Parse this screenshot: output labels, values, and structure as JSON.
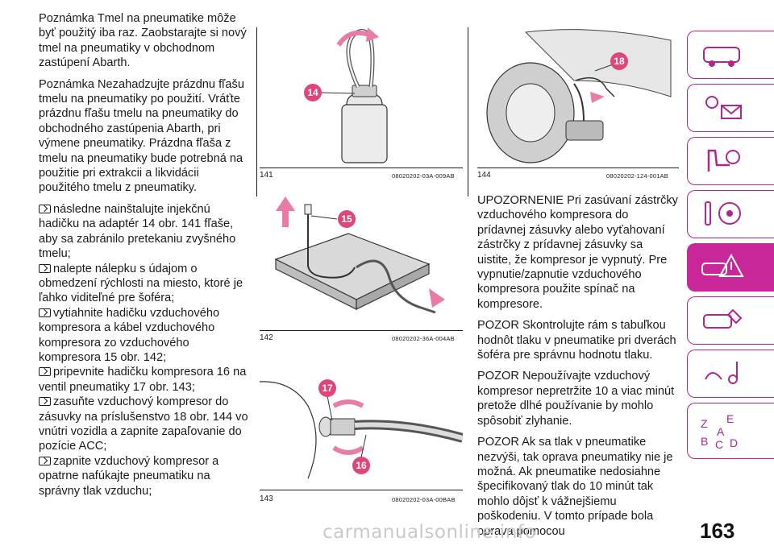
{
  "left_column": {
    "note1": "Poznámka Tmel na pneumatike môže byť použitý iba raz. Zaobstarajte si nový tmel na pneumatiky v obchodnom zastúpení Abarth.",
    "note2": "Poznámka Nezahadzujte prázdnu fľašu tmelu na pneumatiky po použití. Vráťte prázdnu fľašu tmelu na pneumatiky do obchodného zastúpenia Abarth, pri výmene pneumatiky. Prázdna fľaša z tmelu na pneumatiky bude potrebná na použitie pri extrakcii a likvidácii použitého tmelu z pneumatiky.",
    "steps": [
      "následne nainštalujte injekčnú hadičku na adaptér 14 obr. 141 fľaše, aby sa zabránilo pretekaniu zvyšného tmelu;",
      "nalepte nálepku s údajom o obmedzení rýchlosti na miesto, ktoré je ľahko viditeľné pre šoféra;",
      "vytiahnite hadičku vzduchového kompresora a kábel vzduchového kompresora zo vzduchového kompresora 15 obr. 142;",
      "pripevnite hadičku kompresora 16 na ventil pneumatiky 17 obr. 143;",
      "zasuňte vzduchový kompresor do zásuvky na príslušenstvo 18 obr. 144 vo vnútri vozidla a zapnite zapaľovanie do pozície ACC;",
      "zapnite vzduchový kompresor a opatrne nafúkajte pneumatiku na správny tlak vzduchu;"
    ]
  },
  "right_column": {
    "paragraphs": [
      "UPOZORNENIE Pri zasúvaní zástrčky vzduchového kompresora do prídavnej zásuvky alebo vyťahovaní zástrčky z prídavnej zásuvky sa uistite, že kompresor je vypnutý. Pre vypnutie/zapnutie vzduchového kompresora použite spínač na kompresore.",
      "POZOR Skontrolujte rám s tabuľkou hodnôt tlaku v pneumatike pri dverách šoféra pre správnu hodnotu tlaku.",
      "POZOR Nepoužívajte vzduchový kompresor nepretržite 10 a viac minút pretože dlhé používanie by mohlo spôsobiť zlyhanie.",
      "POZOR Ak sa tlak v pneumatike nezvýši, tak oprava pneumatiky nie je možná. Ak pneumatike nedosiahne špecifikovaný tlak do 10 minút tak mohlo dôjsť k vážnejšiemu poškodeniu. V tomto prípade bola oprava pomocou"
    ]
  },
  "figures": [
    {
      "number": "141",
      "code": "08020202-03A-009AB",
      "callout": "14"
    },
    {
      "number": "142",
      "code": "08020202-36A-004AB",
      "callout": "15"
    },
    {
      "number": "143",
      "code": "08020202-03A-00BAB",
      "callouts": [
        "17",
        "16"
      ]
    },
    {
      "number": "144",
      "code": "08020202-124-001AB",
      "callout": "18"
    }
  ],
  "sidebar_tabs": [
    {
      "icon": "car-dashboard-icon",
      "active": false
    },
    {
      "icon": "lights-warning-icon",
      "active": false
    },
    {
      "icon": "seat-safety-icon",
      "active": false
    },
    {
      "icon": "key-steering-icon",
      "active": false
    },
    {
      "icon": "car-emergency-icon",
      "active": true
    },
    {
      "icon": "maintenance-icon",
      "active": false
    },
    {
      "icon": "multimedia-icon",
      "active": false
    },
    {
      "icon": "alphabetical-index-icon",
      "active": false
    }
  ],
  "page_number": "163",
  "watermark": "carmanualsonline.info",
  "colors": {
    "accent": "#c8279a",
    "callout": "#e0457a",
    "arrow": "#e87ca6"
  }
}
